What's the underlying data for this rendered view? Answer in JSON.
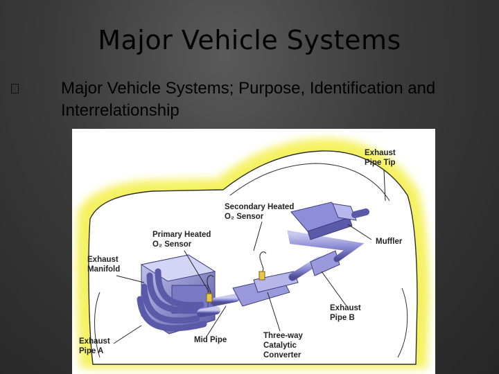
{
  "slide": {
    "title": "Major Vehicle Systems",
    "bullet": "Major Vehicle Systems; Purpose, Identification and Interrelationship"
  },
  "diagram": {
    "labels": {
      "exhaust_pipe_tip": [
        "Exhaust",
        "Pipe Tip"
      ],
      "secondary_sensor": [
        "Secondary Heated",
        "O₂ Sensor"
      ],
      "primary_sensor": [
        "Primary Heated",
        "O₂ Sensor"
      ],
      "exhaust_manifold": [
        "Exhaust",
        "Manifold"
      ],
      "muffler": "Muffler",
      "exhaust_pipe_b": [
        "Exhaust",
        "Pipe B"
      ],
      "three_way_converter": [
        "Three-way",
        "Catalytic",
        "Converter"
      ],
      "mid_pipe": "Mid Pipe",
      "exhaust_pipe_a": [
        "Exhaust",
        "Pipe A"
      ]
    },
    "colors": {
      "car_glow": "#f4f15a",
      "parts": "#8e8ed8",
      "parts_dark": "#5a5aa8",
      "sensor": "#e7c84a"
    }
  }
}
